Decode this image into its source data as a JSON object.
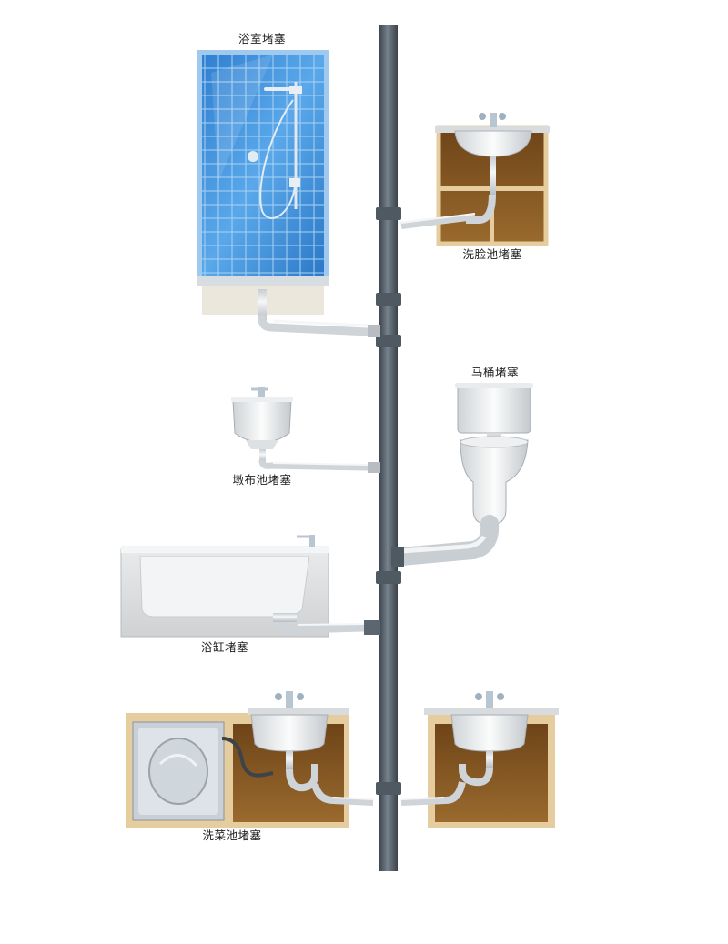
{
  "labels": {
    "shower": "浴室堵塞",
    "basin": "洗脸池堵塞",
    "toilet": "马桶堵塞",
    "mop_sink": "墩布池堵塞",
    "bathtub": "浴缸堵塞",
    "kitchen_sink": "洗菜池堵塞"
  },
  "colors": {
    "stack_pipe": "#5b6670",
    "white_pipe": "#e4e7ea",
    "tile": "#3f8fd6",
    "cabinet_wood": "#8a5a22",
    "cabinet_frame": "#e6cda0"
  }
}
